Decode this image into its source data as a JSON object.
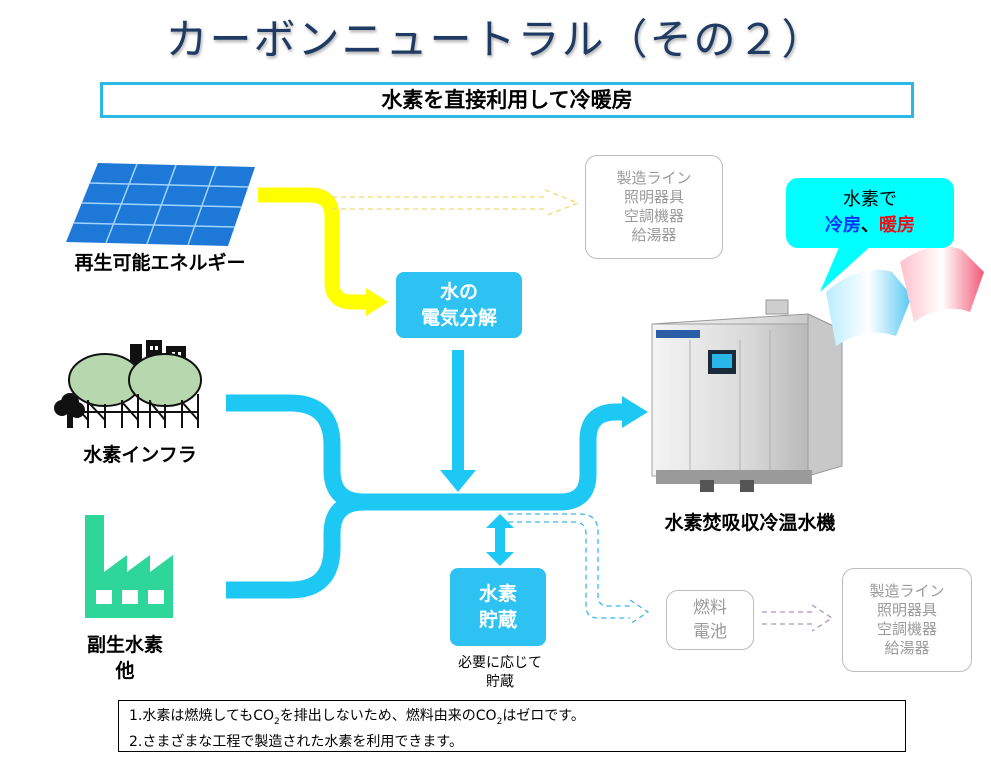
{
  "title": "カーボンニュートラル（その２）",
  "subtitle": "水素を直接利用して冷暖房",
  "sources": {
    "renewable": "再生可能エネルギー",
    "infra": "水素インフラ",
    "byproduct_line1": "副生水素",
    "byproduct_line2": "他"
  },
  "electrolysis": {
    "line1": "水の",
    "line2": "電気分解"
  },
  "storage": {
    "line1": "水素",
    "line2": "貯蔵",
    "note_line1": "必要に応じて",
    "note_line2": "貯蔵"
  },
  "uses_top": [
    "製造ライン",
    "照明器具",
    "空調機器",
    "給湯器"
  ],
  "uses_bottom": [
    "製造ライン",
    "照明器具",
    "空調機器",
    "給湯器"
  ],
  "fuel_cell": {
    "line1": "燃料",
    "line2": "電池"
  },
  "chiller_label": "水素焚吸収冷温水機",
  "bubble": {
    "line1": "水素で",
    "cooling": "冷房",
    "sep": "、",
    "heating": "暖房"
  },
  "notes": [
    {
      "pre": "1.水素は燃焼してもCO",
      "sub1": "2",
      "mid": "を排出しないため、燃料由来のCO",
      "sub2": "2",
      "post": "はゼロです。"
    },
    {
      "text": "2.さまざまな工程で製造された水素を利用できます。"
    }
  ],
  "colors": {
    "hydrogen_flow": "#1ec8f5",
    "solar_flow": "#ffff00",
    "cooling": "#0033ff",
    "heating": "#e8101a",
    "factory": "#2fd69a"
  }
}
